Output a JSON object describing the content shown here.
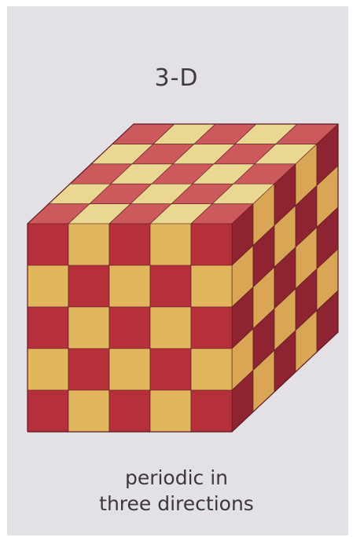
{
  "diagram": {
    "title": "3-D",
    "caption_lines": [
      "periodic in",
      "three directions"
    ],
    "pattern": "checkerboard",
    "grid": {
      "rows": 5,
      "cols": 5,
      "depth": 5
    },
    "colors": {
      "front_red": "#b5303a",
      "front_yellow": "#e2b65c",
      "side_red": "#8e2432",
      "side_yellow": "#d8a655",
      "top_red": "#cc5a5c",
      "top_yellow": "#ead791",
      "edge": "#5c1a22",
      "paper": "#e4e1e6"
    }
  }
}
